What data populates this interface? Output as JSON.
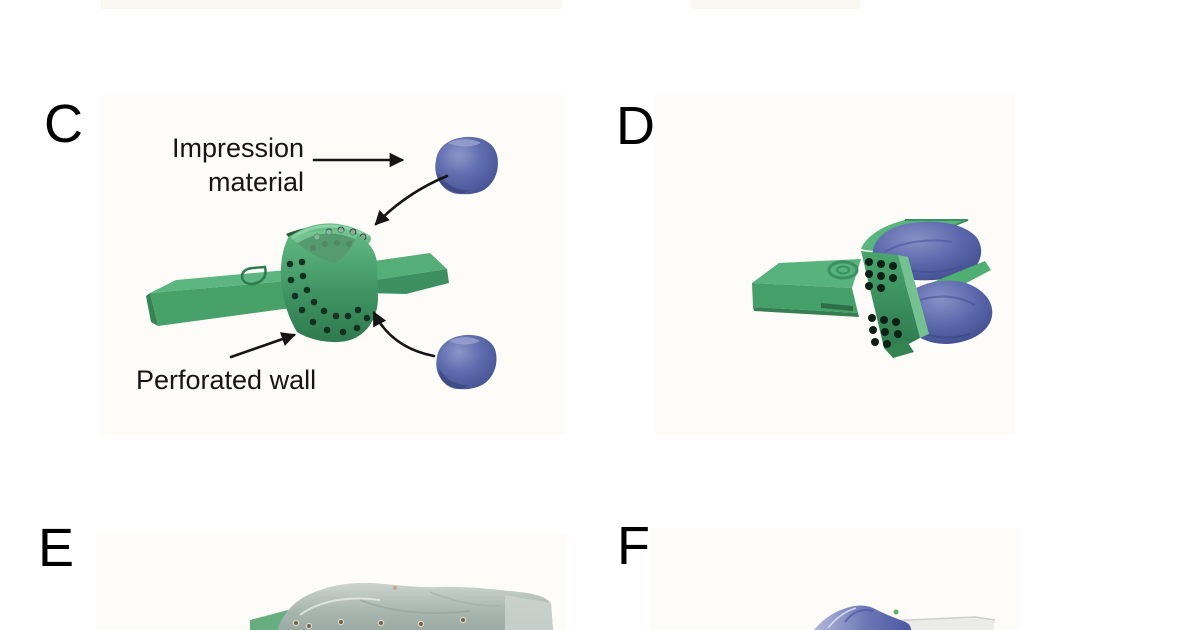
{
  "panels": {
    "c": {
      "label": "C"
    },
    "d": {
      "label": "D"
    },
    "e": {
      "label": "E"
    },
    "f": {
      "label": "F"
    }
  },
  "annotations": {
    "impression_material": {
      "line1": "Impression",
      "line2": "material"
    },
    "perforated_wall": "Perforated wall"
  },
  "colors": {
    "background": "#ffffff",
    "annotation_ink": "#151515",
    "panel_letter": "#000000",
    "tray_green_light": "#6fc08d",
    "tray_green": "#4fa871",
    "tray_green_dark": "#2e7a4f",
    "impression_blue_light": "#8a93c8",
    "impression_blue": "#5b68ad",
    "impression_blue_dark": "#3d4a8c",
    "silicone_gray_green": "#aeb9b3",
    "cast_white": "#ebebe8",
    "cropped_strip_offwhite": "#faf8f3"
  }
}
